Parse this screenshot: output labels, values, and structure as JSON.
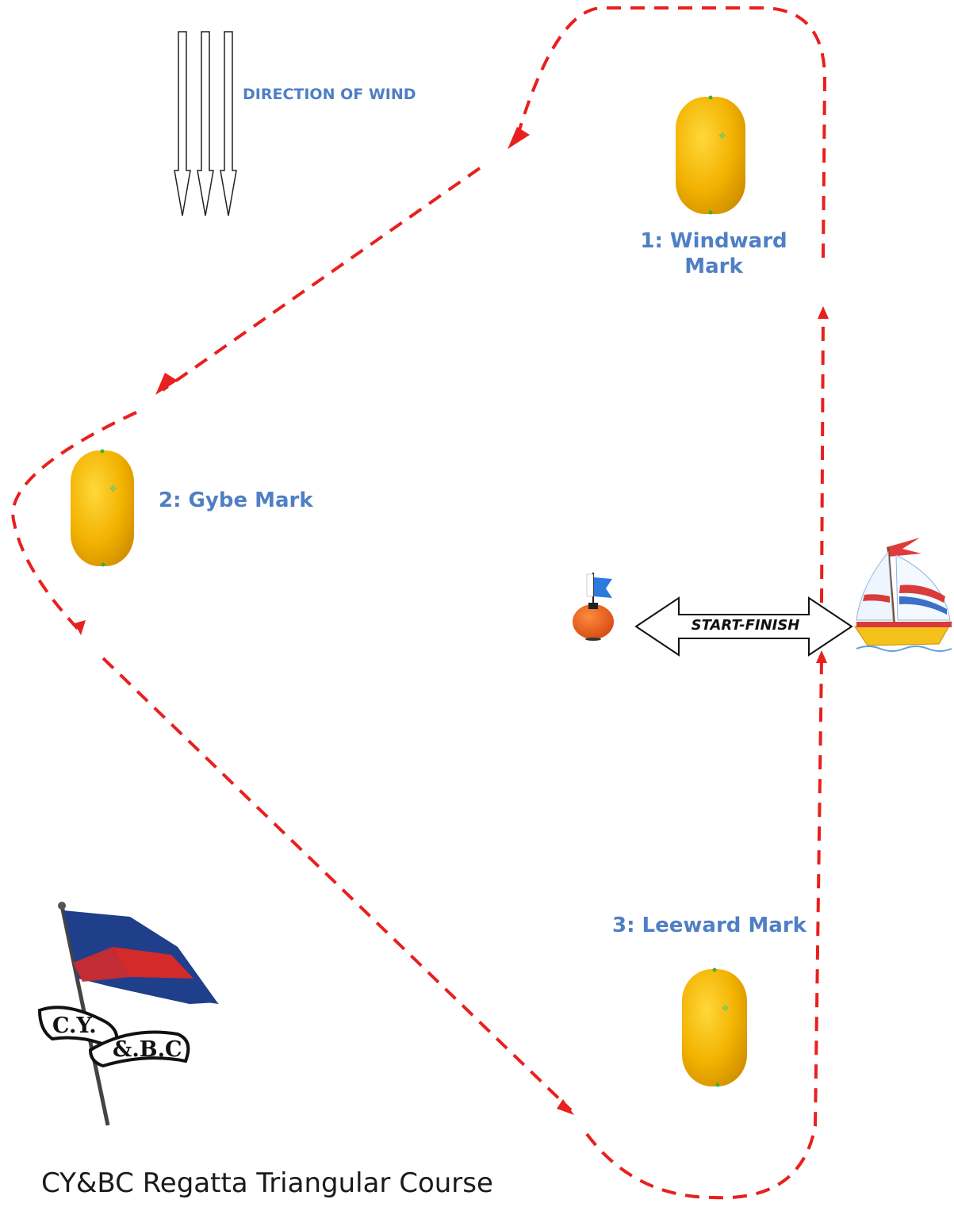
{
  "diagram": {
    "wind_label": "DIRECTION OF WIND",
    "marks": [
      {
        "id": "windward",
        "label": "1: Windward Mark"
      },
      {
        "id": "gybe",
        "label": "2: Gybe Mark"
      },
      {
        "id": "leeward",
        "label": "3: Leeward Mark"
      }
    ],
    "start_finish_label": "START-FINISH",
    "title": "CY&BC Regatta Triangular Course",
    "logo_text": [
      "C.Y.",
      "&.B.C"
    ],
    "colors": {
      "course_line": "#e8201e",
      "label_text": "#4f7fc4",
      "buoy_yellow": "#f5b800",
      "committee_buoy": "#e85a1a",
      "flag_blue": "#1f3f8a",
      "flag_red": "#d42a2a"
    },
    "icons": [
      "wind-arrow-icon",
      "buoy-icon",
      "committee-boat-icon",
      "sailboat-icon",
      "club-burgee-logo"
    ]
  }
}
